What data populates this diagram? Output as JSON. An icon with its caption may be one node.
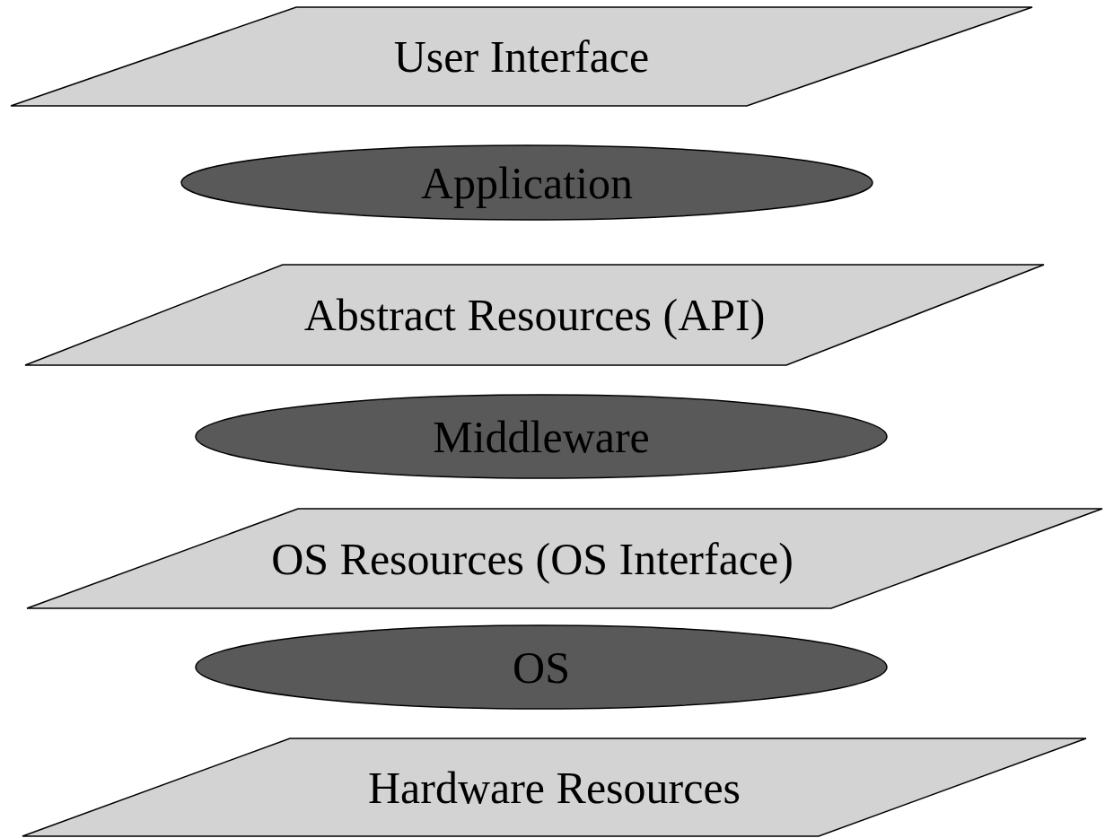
{
  "diagram": {
    "nodes": [
      {
        "text": [
          "User Interface"
        ]
      },
      {
        "text": [
          "Application"
        ]
      },
      {
        "text": [
          "Abstract Resources (API)"
        ]
      },
      {
        "text": [
          "Middleware"
        ]
      },
      {
        "text": [
          "OS Resources (OS Interface)"
        ]
      },
      {
        "text": [
          "OS"
        ]
      },
      {
        "text": [
          "Hardware Resources"
        ]
      }
    ]
  }
}
